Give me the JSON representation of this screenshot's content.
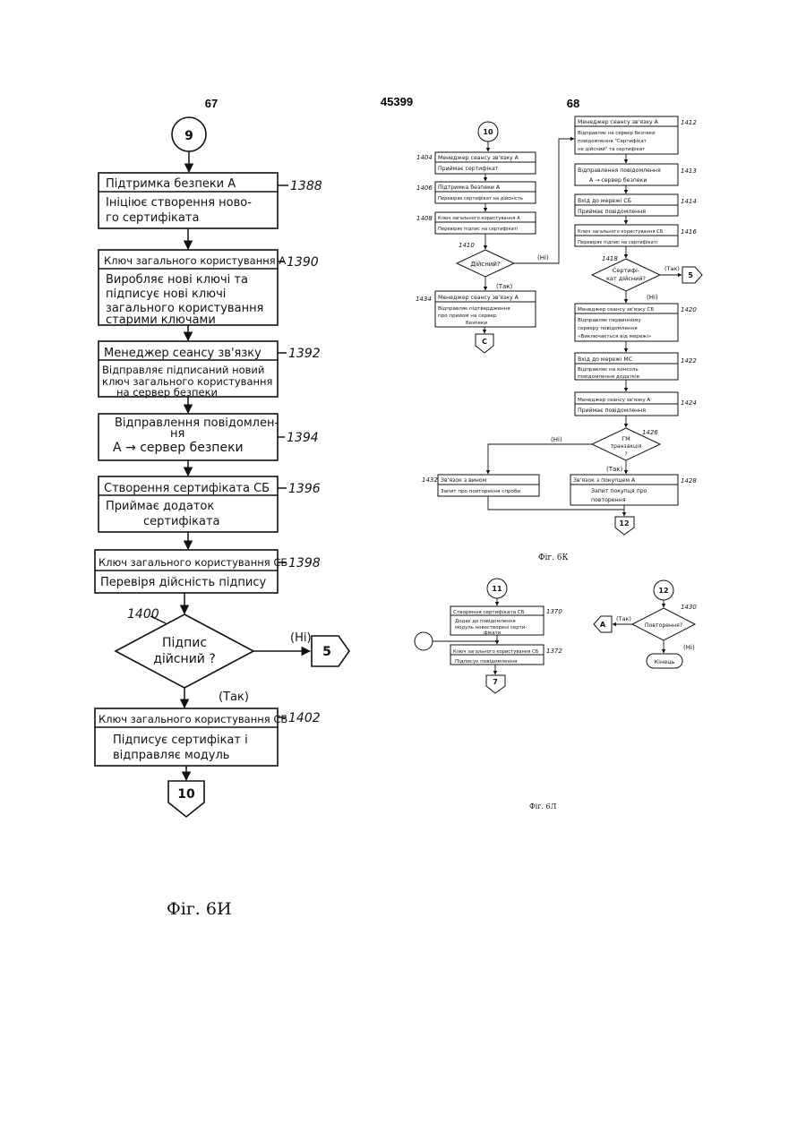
{
  "header": {
    "page_left": "67",
    "patent_number": "45399",
    "page_right": "68"
  },
  "fig_6i": {
    "caption": "Фіг. 6И",
    "start_connector": "9",
    "end_connector": "10",
    "no_connector": "5",
    "steps": [
      {
        "ref": "1388",
        "title": "Підтримка безпеки А",
        "body": [
          "Ініціює створення ново-",
          "го сертифіката"
        ]
      },
      {
        "ref": "1390",
        "title": "Ключ загального користування А",
        "body": [
          "Виробляє нові ключі та",
          "підписує нові ключі",
          "загального користування",
          "старими ключами"
        ]
      },
      {
        "ref": "1392",
        "title": "Менеджер сеансу зв'язку",
        "body": [
          "Відправляє підписаний новий",
          "ключ загального користування",
          "на сервер безпеки"
        ]
      },
      {
        "ref": "1394",
        "title": "Відправлення повідомлен-",
        "body": [
          "ня",
          "А → сервер безпеки"
        ]
      },
      {
        "ref": "1396",
        "title": "Створення сертифіката СБ",
        "body": [
          "Приймає додаток",
          "сертифіката"
        ]
      },
      {
        "ref": "1398",
        "title": "Ключ загального користування СБ",
        "body": [
          "Перевіря дійсність підпису"
        ]
      },
      {
        "ref": "1402",
        "title": "Ключ загального користування СБ",
        "body": [
          "Підписує сертифікат і",
          "відправляє модуль"
        ]
      }
    ],
    "decision": {
      "ref": "1400",
      "text": [
        "Підпис",
        "дійсний ?"
      ],
      "no_label": "(Ні)",
      "yes_label": "(Так)"
    }
  },
  "fig_6k": {
    "caption": "Фіг. 6К",
    "start_connector": "10",
    "c_connector": "С",
    "end_connector": "12",
    "no_connector": "5",
    "left_steps": [
      {
        "ref": "1404",
        "title": "Менеджер сеансу зв'язку А",
        "body": "Приймає сертифікат"
      },
      {
        "ref": "1406",
        "title": "Підтримка безпеки А",
        "body": "Перевіряє сертифікат на дійсність"
      },
      {
        "ref": "1408",
        "title": "Ключ загального користування А",
        "body": "Перевіряє підпис на сертифікаті"
      }
    ],
    "decision_1410": {
      "ref": "1410",
      "text": "Дійсний?",
      "no_label": "(Ні)",
      "yes_label": "(Так)"
    },
    "step_1434": {
      "ref": "1434",
      "title": "Менеджер сеансу зв'язку А",
      "body": [
        "Відправляє підтвердження",
        "про прийом на сервер",
        "безпеки"
      ]
    },
    "right_steps": [
      {
        "ref": "1412",
        "title": "Менеджер сеансу зв'язку А",
        "body": [
          "Відправляє на сервер безпеки",
          "повідомлення \"Сертифікат",
          "не дійсний\" та сертифікат"
        ]
      },
      {
        "ref": "1413",
        "title": "Відправлення повідомлення",
        "body": [
          "А → сервер безпеки"
        ]
      },
      {
        "ref": "1414",
        "title": "Вхід до мережі СБ",
        "body": [
          "Приймає повідомлення"
        ]
      },
      {
        "ref": "1416",
        "title": "Ключ загального користування СБ",
        "body": [
          "Перевіряє підпис на сертифікаті"
        ]
      }
    ],
    "decision_1418": {
      "ref": "1418",
      "text": [
        "Сертифі-",
        "кат дійсний?"
      ],
      "no_label": "(Ні)",
      "yes_label": "(Так)"
    },
    "lower_steps": [
      {
        "ref": "1420",
        "title": "Менеджер сеансу зв'язку СБ",
        "body": [
          "Відправляє первинному",
          "серверу повідомлення",
          "«Виключається від мережі»"
        ]
      },
      {
        "ref": "1422",
        "title": "Вхід до мережі МС",
        "body": [
          "Відправляє на консоль",
          "повідомлення додатків"
        ]
      },
      {
        "ref": "1424",
        "title": "Менеджер сеансу зв'язку А",
        "body": [
          "Приймає повідомлення"
        ]
      }
    ],
    "decision_1426": {
      "ref": "1426",
      "text": [
        "ГМ",
        "транзакція",
        "?"
      ],
      "no_label": "(Ні)",
      "yes_label": "(Так)"
    },
    "step_1432": {
      "ref": "1432",
      "title": "Зв'язок з вином",
      "body": "Запит про повторення спроби"
    },
    "step_1428": {
      "ref": "1428",
      "title": "Зв'язок з покупцем А",
      "body": [
        "Запит покупця про",
        "повторення"
      ]
    }
  },
  "fig_6l": {
    "caption": "Фіг. 6Л",
    "start_connector": "11",
    "end_connector": "7",
    "right_connector": "12",
    "a_connector": "А",
    "end_terminal": "Кінець",
    "steps": [
      {
        "ref": "1370",
        "title": "Створення сертифіката СБ",
        "body": [
          "Додає до повідомлення",
          "модуль новостворені серти-",
          "фікати"
        ]
      },
      {
        "ref": "1372",
        "title": "Ключ загального користування СБ",
        "body": [
          "Підписує повідомлення"
        ]
      }
    ],
    "decision_1430": {
      "ref": "1430",
      "text": "Повторення?",
      "yes_label": "(Так)",
      "no_label": "(Ні)"
    }
  }
}
